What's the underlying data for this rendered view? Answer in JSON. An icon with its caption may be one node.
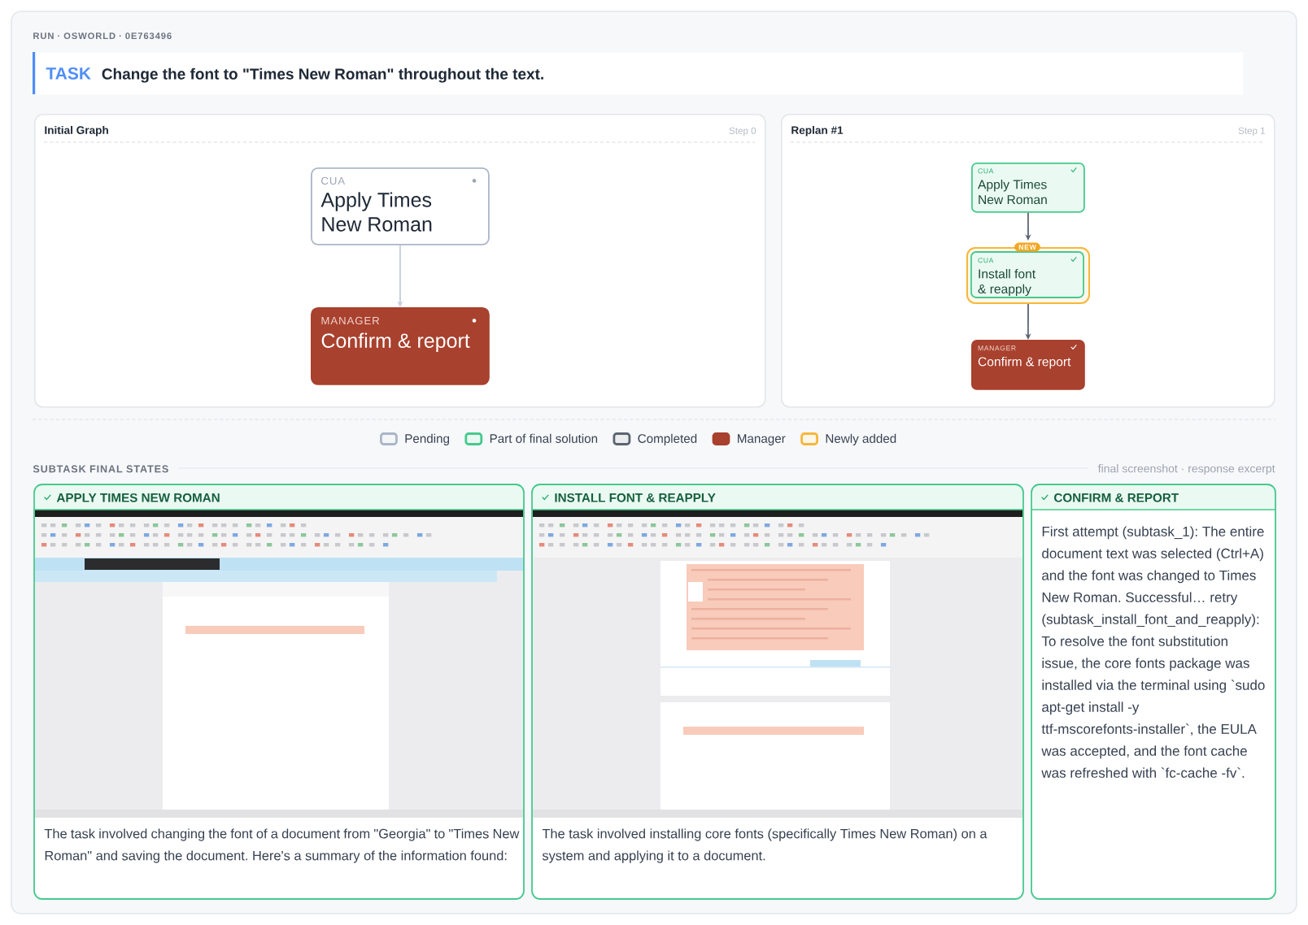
{
  "diagram": {
    "title": "RUN · OSWORLD · 0E763496",
    "nodes": [
      {
        "text": [
          "TASK",
          "Change the font to \"Times New Roman\" throughout the text."
        ]
      },
      {
        "text": [
          "Initial Graph",
          "Step 0"
        ]
      },
      {
        "text": [
          "Replan #1",
          "Step 1"
        ]
      },
      {
        "text": [
          "CUA",
          "Apply Times New Roman"
        ],
        "in": 1
      },
      {
        "text": [
          "MANAGER",
          "Confirm & report"
        ],
        "in": 1
      },
      {
        "text": [
          "CUA",
          "Apply Times New Roman"
        ],
        "in": 2
      },
      {
        "text": [
          "CUA",
          "Install font & reapply"
        ],
        "in": 2,
        "beside": [
          "NEW"
        ]
      },
      {
        "text": [
          "MANAGER",
          "Confirm & report"
        ],
        "in": 2
      },
      {
        "text": [
          "APPLY TIMES NEW ROMAN",
          "The task involved changing the font of a document from \"Georgia\" to \"Times New Roman\" and saving the document. Here's a summary of the information found:"
        ]
      },
      {
        "text": [
          "INSTALL FONT & REAPPLY",
          "The task involved installing core fonts (specifically Times New Roman) on a system and applying it to a document."
        ]
      },
      {
        "text": [
          "CONFIRM & REPORT",
          "First attempt (subtask_1): The entire document text was selected (Ctrl+A) and the font was changed to Times New Roman. Successful… retry (subtask_install_font_and_reapply): To resolve the font substitution issue, the core fonts package was installed via the terminal using `sudo apt-get install -y ttf-mscorefonts-installer`, the EULA was accepted, and the font cache was refreshed with `fc-cache -fv`."
        ]
      }
    ],
    "edges": [
      {
        "from": 3,
        "to": 4,
        "arrow": "to",
        "color": "#c5cdd9"
      },
      {
        "from": 5,
        "to": 6,
        "arrow": "to"
      },
      {
        "from": 6,
        "to": 7,
        "arrow": "to"
      }
    ],
    "labels": [
      "SUBTASK FINAL STATES",
      "final screenshot · response excerpt"
    ],
    "legend": [
      {
        "text": "Pending",
        "color": "#aab6c8"
      },
      {
        "text": "Part of final solution",
        "color": "#46c98e"
      },
      {
        "text": "Completed",
        "color": "#5b6472"
      },
      {
        "text": "Manager",
        "color": "#a8412e"
      },
      {
        "text": "Newly added",
        "color": "#f6b73c"
      }
    ]
  }
}
